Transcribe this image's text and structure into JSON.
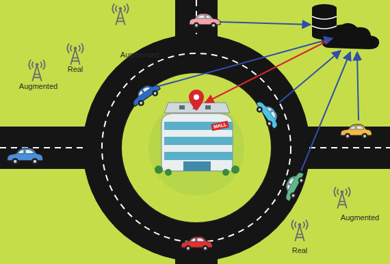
{
  "diagram": {
    "labels": [
      "Augmented",
      "Real",
      "Augmented",
      "MALL",
      "Augmented",
      "Real"
    ]
  }
}
